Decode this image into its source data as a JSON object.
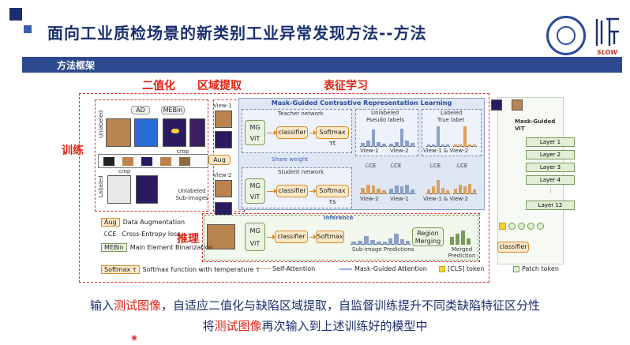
{
  "header": {
    "title": "面向工业质检场景的新类别工业异常发现方法--方法",
    "section": "方法框架",
    "logo_text": "SLOW"
  },
  "stages": {
    "binarize": "二值化",
    "region": "区域提取",
    "repr": "表征学习",
    "train": "训练",
    "infer": "推理"
  },
  "diagram": {
    "ad": "AD",
    "mebin": "MEBin",
    "unlabeled": "Unlabeled",
    "labeled": "Labeled",
    "crop": "crop",
    "aug": "Aug",
    "view1": "View-1",
    "view2": "View-2",
    "unlabeled_sub": "Unlabeled Sub-images",
    "panel_title": "Mask-Guided Contrastive Representation Learning",
    "teacher": "Teacher network",
    "student": "Student network",
    "share_weight": "Share weight",
    "mg_vit": "MG ViT",
    "classifier": "classifier",
    "softmax_tau": "Softmax τt",
    "softmax_taus": "Softmax τs",
    "softmax": "Softmax",
    "unlabeled_hdr": "Unlabeled",
    "pseudo": "Pseudo labels",
    "labeled_hdr": "Labeled",
    "true_label": "True label",
    "v1": "View-1",
    "v2": "View-2",
    "v1v2": "View-1 & View-2",
    "lce": "ℒCE",
    "inference": "Inference",
    "region_merging": "Region Merging",
    "sub_preds": "Sub-image Predictions",
    "merged_pred": "Merged Prediction"
  },
  "legend": {
    "aug_k": "Aug",
    "aug_v": "Data Augmentation",
    "lce_k": "ℒCE",
    "lce_v": "Cross-Entropy loss",
    "mebin_k": "MEBin",
    "mebin_v": "Main Element Binarization",
    "softmax_k": "Softmax τ",
    "softmax_v": "Softmax function with temperature τ",
    "sa": "Self-Attention",
    "mga": "Mask-Guided Attention",
    "cls": "[CLS] token",
    "patch": "Patch token"
  },
  "vit": {
    "title": "Mask-Guided ViT",
    "layers": [
      "Layer 1",
      "Layer 2",
      "Layer 3",
      "Layer 4",
      "⋮",
      "Layer 12"
    ],
    "classifier": "classifier"
  },
  "footer": {
    "line1_a": "输入",
    "line1_hl": "测试图像",
    "line1_b": "，自适应二值化与缺陷区域提取，自监督训练提升不同类缺陷特征区分性",
    "line2_a": "将",
    "line2_hl": "测试图像",
    "line2_b": "再次输入到上述训练好的模型中"
  },
  "colors": {
    "navy": "#1a2f6e",
    "accent": "#2e4a8f",
    "red": "#d21"
  },
  "chart_data": [
    {
      "type": "bar",
      "values": [
        0.2,
        0.3,
        0.85,
        0.25,
        0.15
      ]
    },
    {
      "type": "bar",
      "values": [
        0.15,
        0.25,
        0.9,
        0.3,
        0.2
      ]
    },
    {
      "type": "bar",
      "values": [
        0.1,
        0.1,
        1.0,
        0.1,
        0.1
      ]
    },
    {
      "type": "bar",
      "values": [
        0.1,
        0.1,
        1.0,
        0.1,
        0.1
      ]
    },
    {
      "type": "bar",
      "values": [
        0.35,
        0.5,
        0.45,
        0.3,
        0.2
      ]
    },
    {
      "type": "bar",
      "values": [
        0.3,
        0.45,
        0.4,
        0.5,
        0.25
      ]
    },
    {
      "type": "bar",
      "values": [
        0.25,
        0.4,
        0.75,
        0.35,
        0.2
      ]
    },
    {
      "type": "bar",
      "values": [
        0.3,
        0.5,
        0.4,
        0.55,
        0.25
      ]
    },
    {
      "type": "bar",
      "values": [
        0.2,
        0.3,
        0.6,
        0.35,
        0.25
      ]
    },
    {
      "type": "bar",
      "values": [
        0.25,
        0.45,
        0.8,
        0.4,
        0.3
      ]
    }
  ]
}
